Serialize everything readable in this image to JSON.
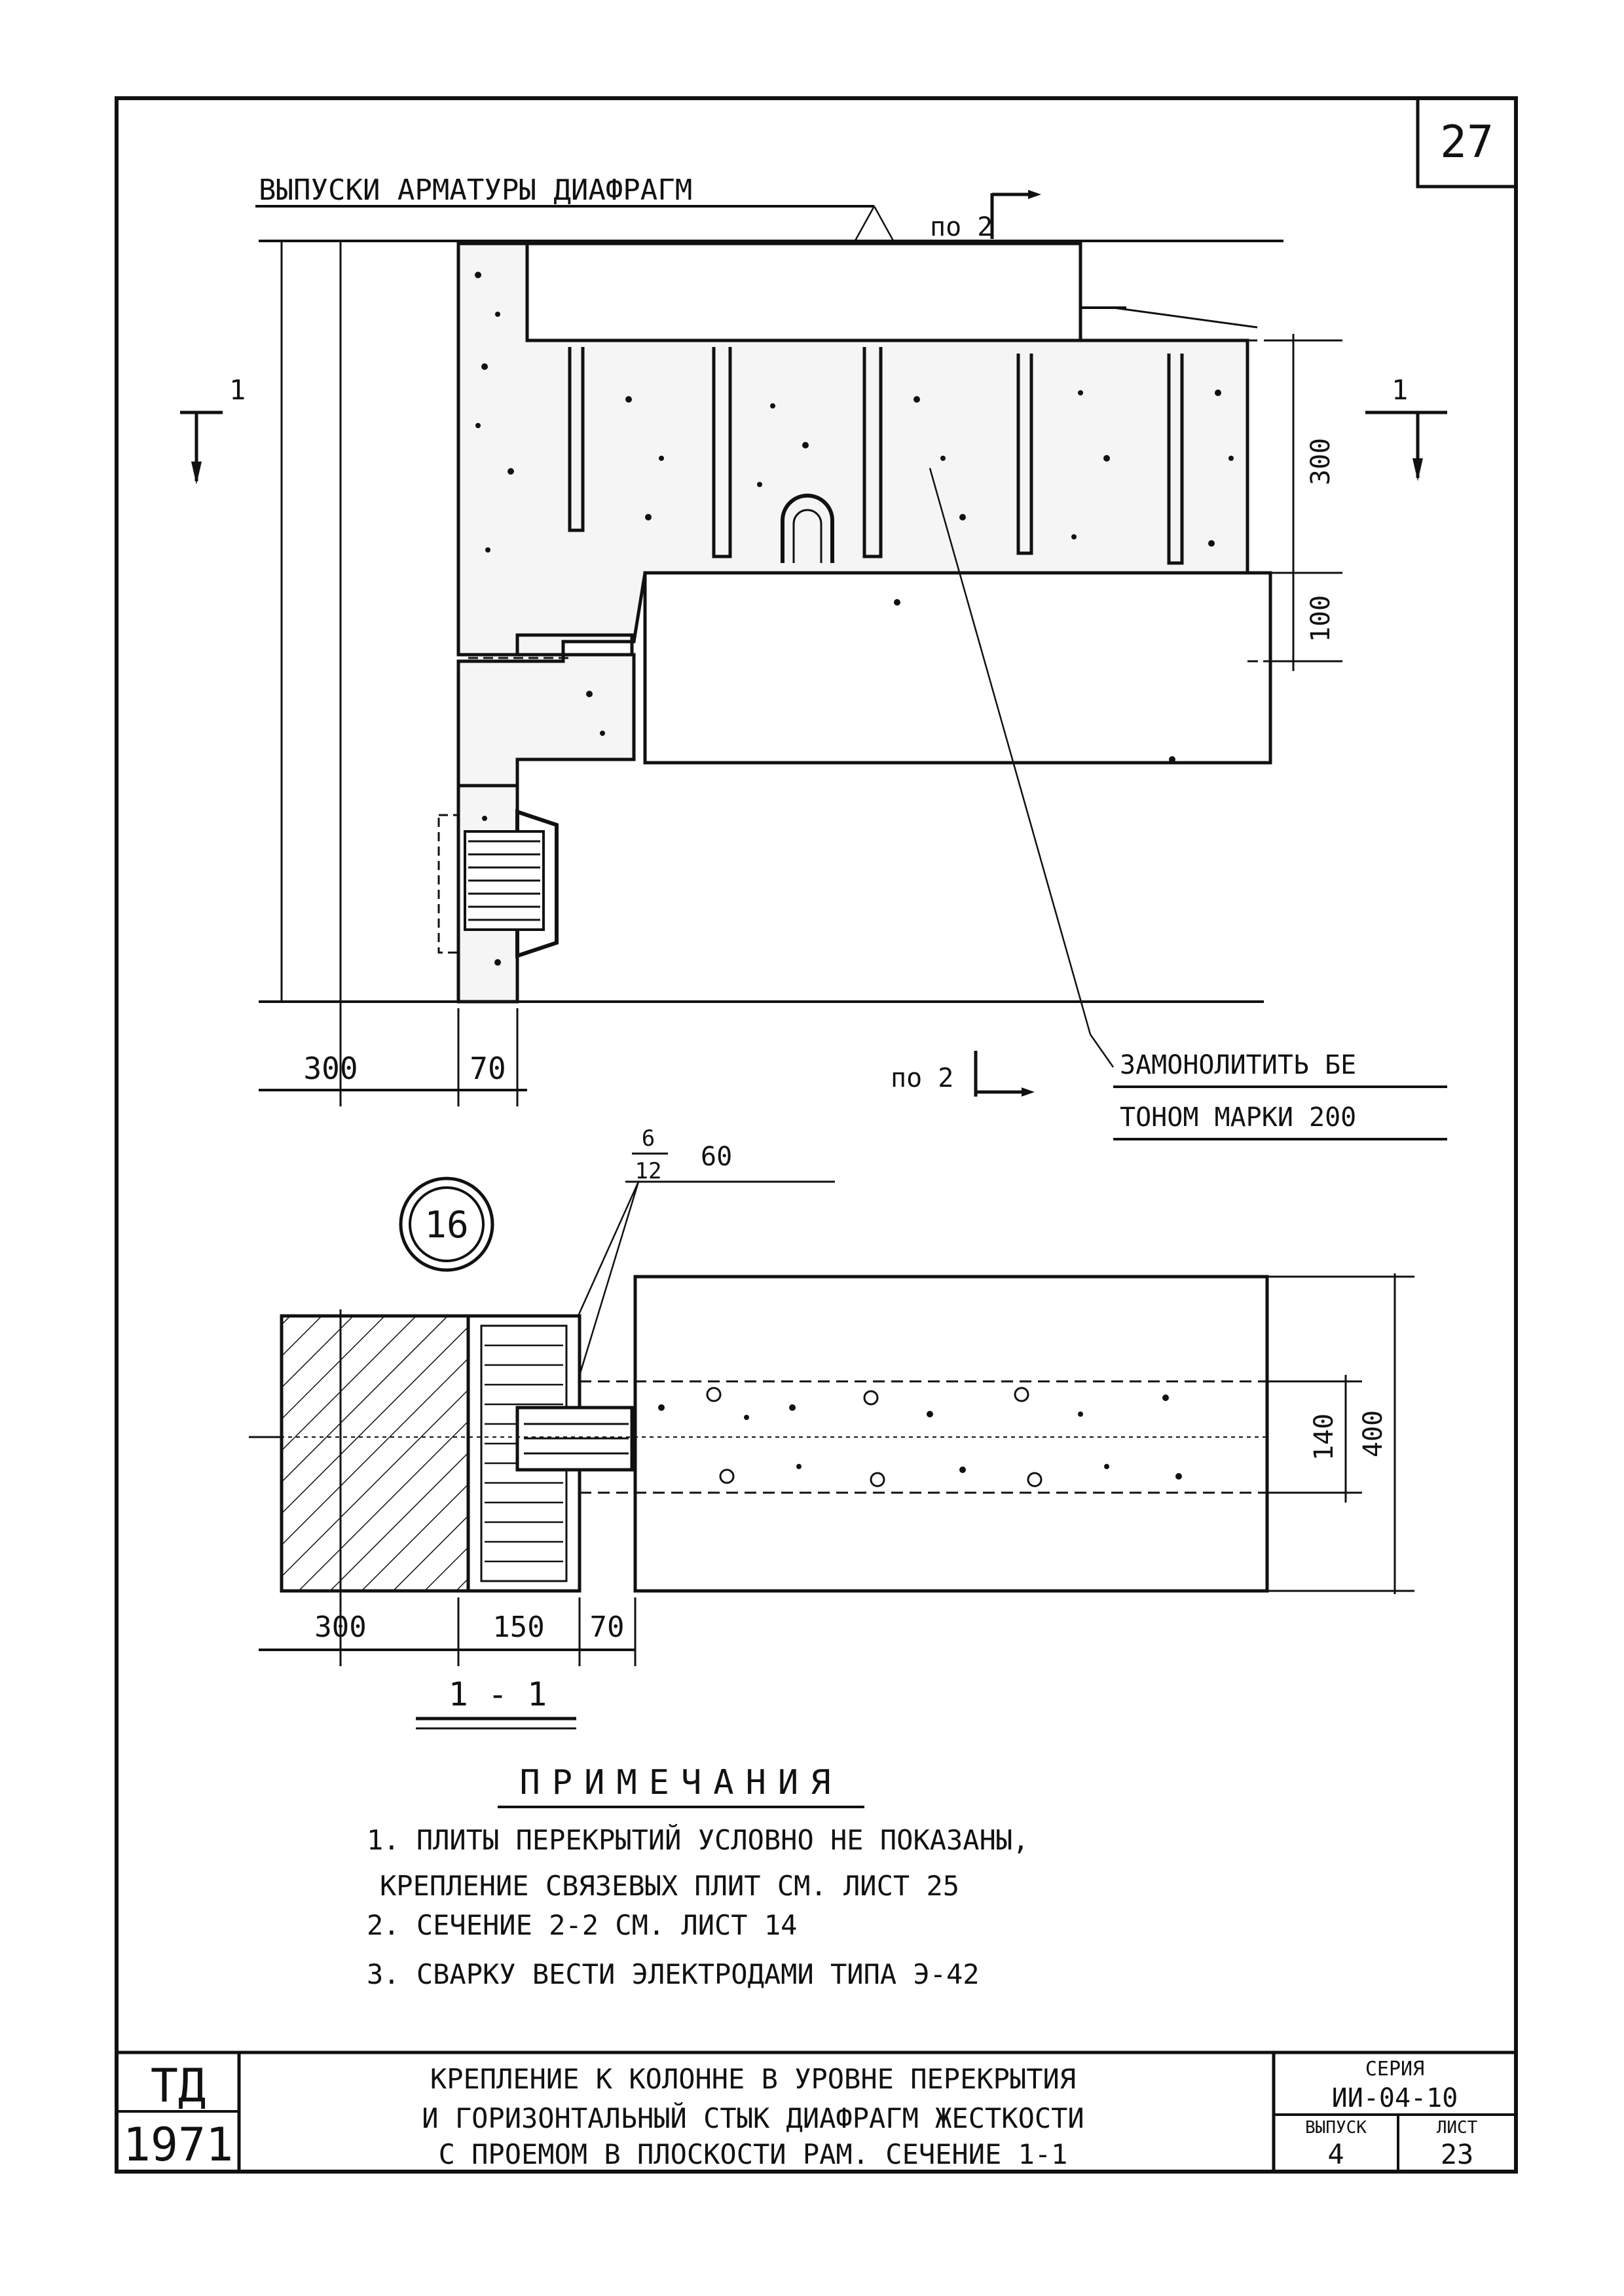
{
  "sheet_number": "27",
  "upper_view": {
    "callout_rebar": "ВЫПУСКИ АРМАТУРЫ ДИАФРАГМ",
    "section_2_label": "по 2",
    "section_1_left": "1",
    "section_1_right": "1",
    "dim_300_vert": "300",
    "dim_100_vert": "100",
    "dim_300_horiz": "300",
    "dim_70_horiz": "70",
    "callout_concrete_line1": "ЗАМОНОЛИТИТЬ БЕ",
    "callout_concrete_line2": "ТОНОМ МАРКИ 200",
    "section_2_bottom_label": "по 2"
  },
  "lower_view": {
    "node_number": "16",
    "weld_numerator": "6",
    "weld_denominator": "12",
    "weld_length": "60",
    "dim_300": "300",
    "dim_150": "150",
    "dim_70": "70",
    "dim_140": "140",
    "dim_400": "400",
    "section_title": "1 - 1"
  },
  "notes": {
    "heading": "ПРИМЕЧАНИЯ",
    "items": [
      "1. ПЛИТЫ ПЕРЕКРЫТИЙ УСЛОВНО НЕ ПОКАЗАНЫ,",
      "КРЕПЛЕНИЕ СВЯЗЕВЫХ ПЛИТ СМ. ЛИСТ 25",
      "2. СЕЧЕНИЕ 2-2 СМ. ЛИСТ 14",
      "3. СВАРКУ ВЕСТИ ЭЛЕКТРОДАМИ ТИПА Э-42"
    ]
  },
  "title_block": {
    "org": "ТД",
    "year": "1971",
    "title_lines": [
      "КРЕПЛЕНИЕ К КОЛОННЕ В УРОВНЕ ПЕРЕКРЫТИЯ",
      "И ГОРИЗОНТАЛЬНЫЙ СТЫК ДИАФРАГМ ЖЕСТКОСТИ",
      "С ПРОЕМОМ В ПЛОСКОСТИ РАМ. СЕЧЕНИЕ 1-1"
    ],
    "series_label": "СЕРИЯ",
    "series_value": "ИИ-04-10",
    "issue_label": "ВЫПУСК",
    "issue_value": "4",
    "sheet_label": "ЛИСТ",
    "sheet_value": "23"
  }
}
